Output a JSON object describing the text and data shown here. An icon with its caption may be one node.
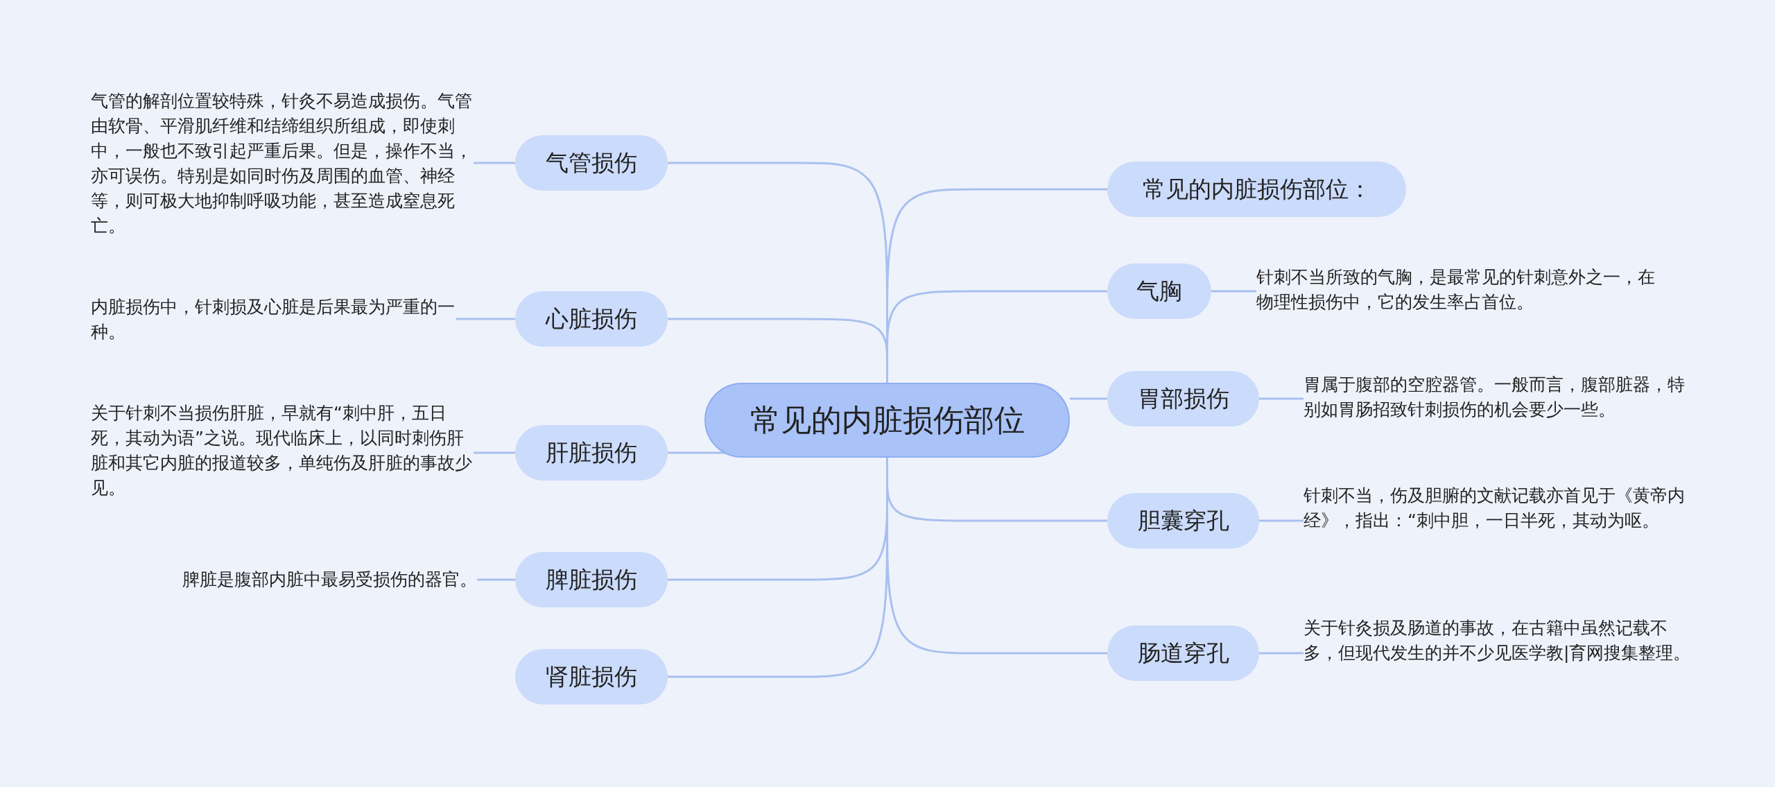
{
  "diagram": {
    "nodes": [
      {
        "text": [
          "常见的内脏损伤部位"
        ]
      },
      {
        "text": [
          "气管损伤"
        ]
      },
      {
        "text": [
          "气管的解剖位置较特殊，针灸不易造成损伤。气管由软骨、平滑肌纤维和结缔组织所组成，即使刺中，一般也不致引起严重后果。但是，操作不当，亦可误伤。特别是如同时伤及周围的血管、神经等，则可极大地抑制呼吸功能，甚至造成窒息死亡。"
        ]
      },
      {
        "text": [
          "心脏损伤"
        ]
      },
      {
        "text": [
          "内脏损伤中，针刺损及心脏是后果最为严重的一种。"
        ]
      },
      {
        "text": [
          "肝脏损伤"
        ]
      },
      {
        "text": [
          "关于针刺不当损伤肝脏，早就有“刺中肝，五日死，其动为语”之说。现代临床上，以同时刺伤肝脏和其它内脏的报道较多，单纯伤及肝脏的事故少见。"
        ]
      },
      {
        "text": [
          "脾脏损伤"
        ]
      },
      {
        "text": [
          "脾脏是腹部内脏中最易受损伤的器官。"
        ]
      },
      {
        "text": [
          "肾脏损伤"
        ]
      },
      {
        "text": [
          "常见的内脏损伤部位："
        ]
      },
      {
        "text": [
          "气胸"
        ]
      },
      {
        "text": [
          "针刺不当所致的气胸，是最常见的针刺意外之一，在物理性损伤中，它的发生率占首位。"
        ]
      },
      {
        "text": [
          "胃部损伤"
        ]
      },
      {
        "text": [
          "胃属于腹部的空腔器管。一般而言，腹部脏器，特别如胃肠招致针刺损伤的机会要少一些。"
        ]
      },
      {
        "text": [
          "胆囊穿孔"
        ]
      },
      {
        "text": [
          "针刺不当，伤及胆腑的文献记载亦首见于《黄帝内经》，指出：“刺中胆，一日半死，其动为呕。"
        ]
      },
      {
        "text": [
          "肠道穿孔"
        ]
      },
      {
        "text": [
          "关于针灸损及肠道的事故，在古籍中虽然记载不多，但现代发生的并不少见医学教|育网搜集整理。"
        ]
      }
    ],
    "edges": [
      {
        "from": 0,
        "to": 1,
        "arrow": "none"
      },
      {
        "from": 1,
        "to": 2,
        "arrow": "none"
      },
      {
        "from": 0,
        "to": 3,
        "arrow": "none"
      },
      {
        "from": 3,
        "to": 4,
        "arrow": "none"
      },
      {
        "from": 0,
        "to": 5,
        "arrow": "none"
      },
      {
        "from": 5,
        "to": 6,
        "arrow": "none"
      },
      {
        "from": 0,
        "to": 7,
        "arrow": "none"
      },
      {
        "from": 7,
        "to": 8,
        "arrow": "none"
      },
      {
        "from": 0,
        "to": 9,
        "arrow": "none"
      },
      {
        "from": 0,
        "to": 10,
        "arrow": "none"
      },
      {
        "from": 0,
        "to": 11,
        "arrow": "none"
      },
      {
        "from": 11,
        "to": 12,
        "arrow": "none"
      },
      {
        "from": 0,
        "to": 13,
        "arrow": "none"
      },
      {
        "from": 13,
        "to": 14,
        "arrow": "none"
      },
      {
        "from": 0,
        "to": 15,
        "arrow": "none"
      },
      {
        "from": 15,
        "to": 16,
        "arrow": "none"
      },
      {
        "from": 0,
        "to": 17,
        "arrow": "none"
      },
      {
        "from": 17,
        "to": 18,
        "arrow": "none"
      }
    ]
  }
}
